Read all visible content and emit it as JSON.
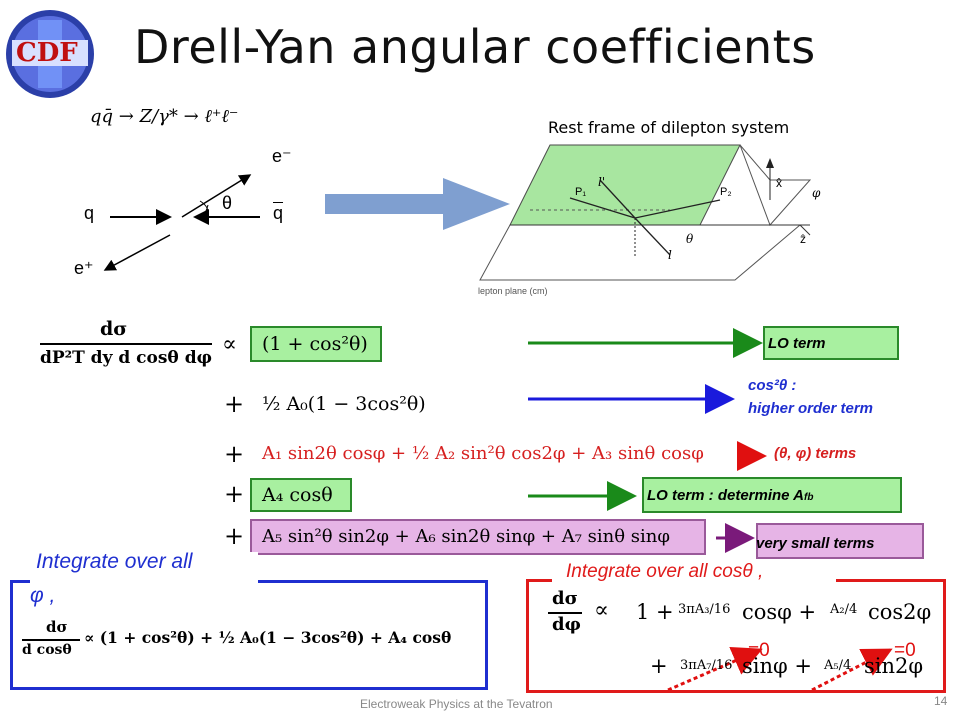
{
  "header": {
    "title": "Drell-Yan angular coefficients",
    "logo_text": "CDF"
  },
  "process": {
    "formula": "qq̄ → Z/γ* → ℓ⁺ℓ⁻"
  },
  "diagram_left": {
    "q": "q",
    "qbar": "q",
    "e_minus": "e⁻",
    "e_plus": "e⁺",
    "theta": "θ"
  },
  "diagram_right": {
    "caption": "Rest frame of dilepton system",
    "p1": "P₁",
    "p2": "P₂",
    "lprime": "l'",
    "l": "l",
    "theta": "θ",
    "x_axis": "x̂",
    "z_axis": "ẑ",
    "phi": "φ",
    "plane_label": "lepton plane (cm)"
  },
  "equation": {
    "lhs_num": "dσ",
    "lhs_den": "dP²T dy d cosθ dφ",
    "prop": "∝",
    "plus": "+",
    "t0": "(1 + cos²θ)",
    "t1": "½ A₀(1 − 3cos²θ)",
    "t2": "A₁ sin2θ cosφ + ½ A₂ sin²θ cos2φ + A₃ sinθ cosφ",
    "t3": "A₄ cosθ",
    "t4": "A₅ sin²θ sin2φ + A₆ sin2θ sinφ + A₇ sinθ sinφ"
  },
  "labels": {
    "lo_term": "LO term",
    "cos2_line1": "cos²θ :",
    "cos2_line2": "higher order term",
    "theta_phi": "(θ, φ) terms",
    "lo_fb_prefix": "LO term : determine A",
    "lo_fb_sub": "fb",
    "very_small": "very small terms"
  },
  "integrate_phi": {
    "title_line1": "Integrate over all",
    "title_line2": "φ ,",
    "eq_num": "dσ",
    "eq_den": "d cosθ",
    "eq_rhs": "∝ (1 + cos²θ) + ½ A₀(1 − 3cos²θ) + A₄ cosθ"
  },
  "integrate_cos": {
    "title": "Integrate over all cosθ ,",
    "eq_num": "dσ",
    "eq_den": "dφ",
    "prop": "∝",
    "row1_a": "1 +",
    "row1_b": "3πA₃/16",
    "row1_c": "cosφ +",
    "row1_d": "A₂/4",
    "row1_e": "cos2φ",
    "row2_a": "+",
    "row2_b": "3πA₇/16",
    "row2_c": "sinφ +",
    "row2_d": "A₅/4",
    "row2_e": "sin2φ",
    "zero_left": "=0",
    "zero_right": "=0"
  },
  "footer": {
    "text": "Electroweak Physics at the Tevatron",
    "page": "14"
  },
  "colors": {
    "green_arrow": "#1a8a1a",
    "blue_arrow": "#1a1adc",
    "red_arrow": "#e01010",
    "purple_arrow": "#7a1a7a",
    "box_blue": "#1f2fd0",
    "box_red": "#e01a1a"
  }
}
